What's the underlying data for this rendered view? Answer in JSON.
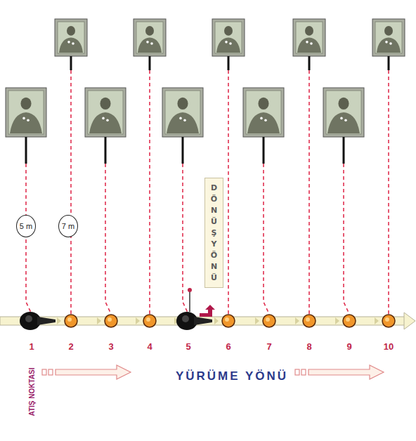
{
  "diagram": {
    "nodes": [
      {
        "text": [
          "5 m"
        ]
      },
      {
        "text": [
          "7 m"
        ]
      },
      {
        "text": [
          "DÖNÜŞ YÖNÜ"
        ]
      }
    ],
    "labels": [
      "1",
      "2",
      "3",
      "4",
      "5",
      "6",
      "7",
      "8",
      "9",
      "10",
      "ATIŞ NOKTASI",
      "YÜRÜME YÖNÜ"
    ]
  }
}
